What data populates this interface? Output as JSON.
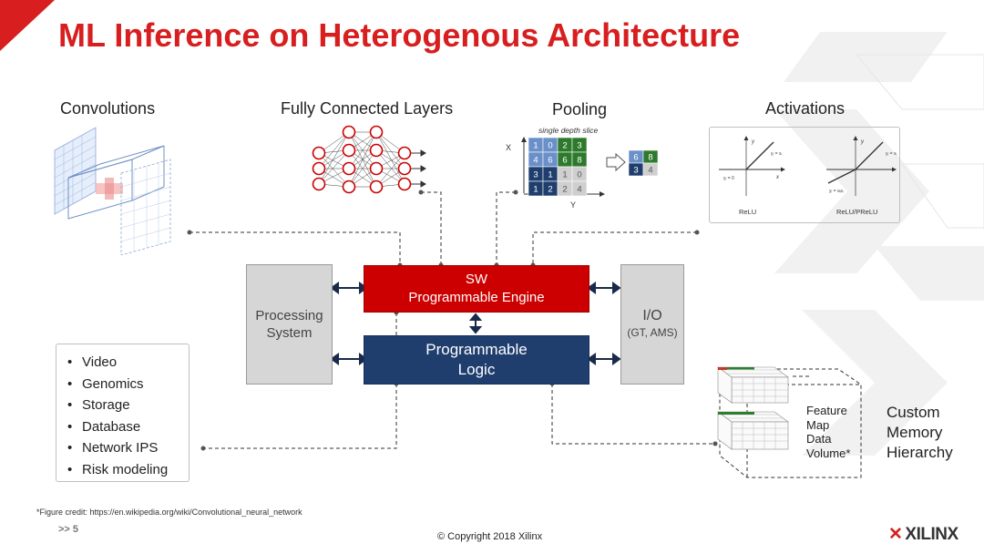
{
  "title": "ML Inference on Heterogenous Architecture",
  "sections": {
    "convolutions": "Convolutions",
    "fully_connected": "Fully Connected Layers",
    "pooling": "Pooling",
    "activations": "Activations"
  },
  "pooling": {
    "slice_label": "single depth slice",
    "x_label": "X",
    "y_label": "Y",
    "grid": [
      [
        "1",
        "0",
        "2",
        "3"
      ],
      [
        "4",
        "6",
        "6",
        "8"
      ],
      [
        "3",
        "1",
        "1",
        "0"
      ],
      [
        "1",
        "2",
        "2",
        "4"
      ]
    ],
    "result": [
      [
        "6",
        "8"
      ],
      [
        "3",
        "4"
      ]
    ]
  },
  "activations": {
    "relu_label": "ReLU",
    "prelu_label": "ReLU/PReLU",
    "relu_eq_pos": "yᵢ = xᵢ",
    "relu_eq_neg": "yᵢ = 0",
    "prelu_eq_pos": "yᵢ = xᵢ",
    "prelu_eq_neg": "yᵢ = aᵢxᵢ",
    "axis_x": "x",
    "axis_y": "y"
  },
  "blocks": {
    "processing_system": [
      "Processing",
      "System"
    ],
    "sw_engine": [
      "SW",
      "Programmable Engine"
    ],
    "programmable_logic": [
      "Programmable",
      "Logic"
    ],
    "io": [
      "I/O",
      "(GT, AMS)"
    ]
  },
  "applications": [
    "Video",
    "Genomics",
    "Storage",
    "Database",
    "Network IPS",
    "Risk modeling"
  ],
  "memory": {
    "feature_label": [
      "Feature",
      "Map",
      "Data",
      "Volume*"
    ],
    "hierarchy_label": [
      "Custom",
      "Memory",
      "Hierarchy"
    ]
  },
  "footer": {
    "credit": "*Figure credit: https://en.wikipedia.org/wiki/Convolutional_neural_network",
    "page": ">> 5",
    "copyright": "© Copyright 2018 Xilinx",
    "logo": "XILINX"
  },
  "colors": {
    "title_red": "#d81e1e",
    "engine_red": "#cc0000",
    "logic_blue": "#1f3e6e",
    "block_gray": "#d6d6d6"
  }
}
